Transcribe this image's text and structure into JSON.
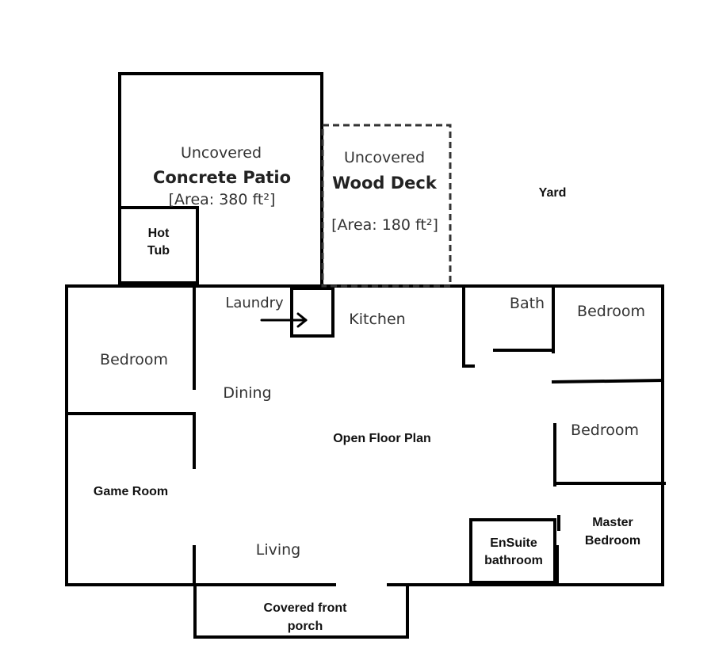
{
  "patio": {
    "line1": "Uncovered",
    "line2": "Concrete Patio",
    "line3": "[Area: 380 ft²]"
  },
  "deck": {
    "line1": "Uncovered",
    "line2": "Wood Deck",
    "line3": "[Area: 180 ft²]"
  },
  "yard": "Yard",
  "hot_tub": {
    "line1": "Hot",
    "line2": "Tub"
  },
  "laundry": "Laundry",
  "kitchen": "Kitchen",
  "bath": "Bath",
  "bedroom_nw": "Bedroom",
  "bedroom_ne": "Bedroom",
  "bedroom_e": "Bedroom",
  "dining": "Dining",
  "open_floor_plan": "Open Floor Plan",
  "game_room": "Game Room",
  "living": "Living",
  "master_bedroom": {
    "line1": "Master",
    "line2": "Bedroom"
  },
  "ensuite": {
    "line1": "EnSuite",
    "line2": "bathroom"
  },
  "porch": {
    "line1": "Covered front",
    "line2": "porch"
  }
}
